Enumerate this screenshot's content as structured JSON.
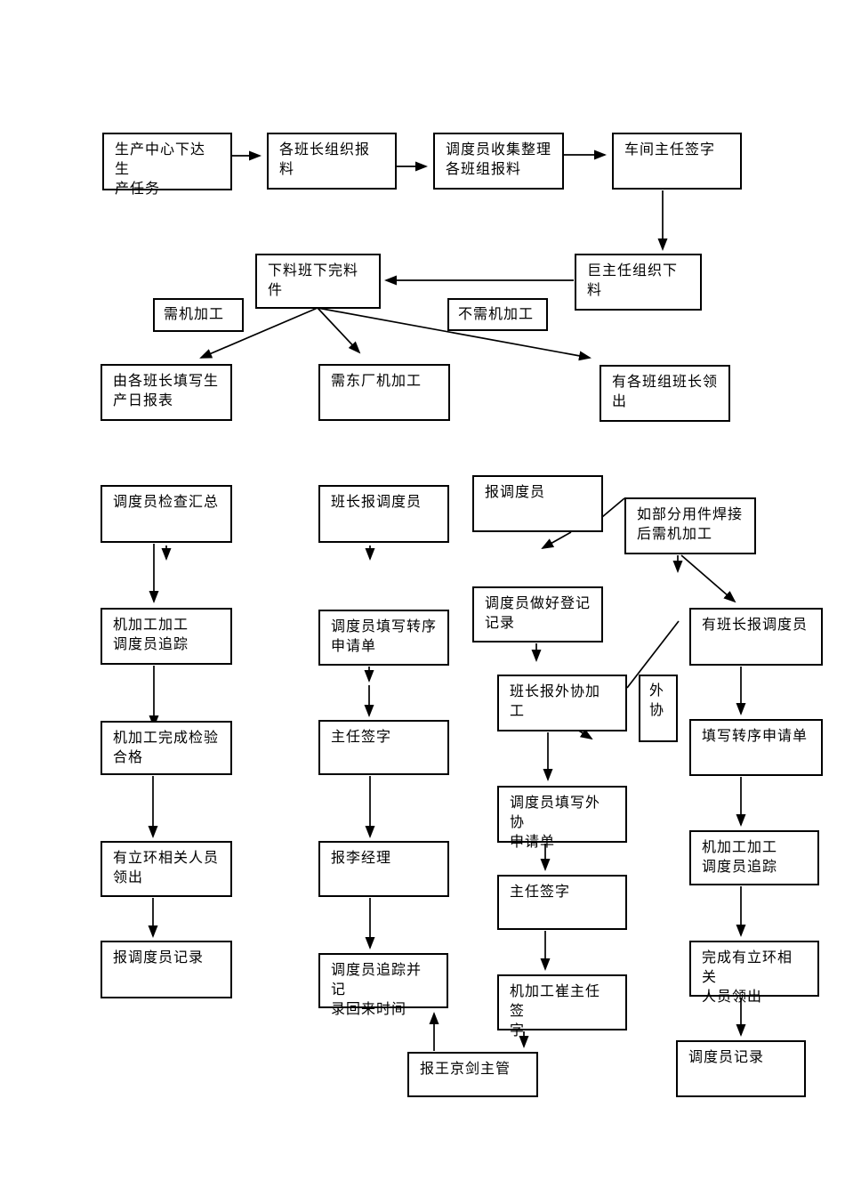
{
  "title": "生产调度流程图",
  "colors": {
    "box_border": "#000000",
    "box_fill": "#ffffff",
    "arrow": "#000000",
    "background": "#ffffff"
  },
  "nodes": {
    "production_center_task": "生产中心下达生\n产任务",
    "leaders_report_material": "各班长组织报料",
    "dispatcher_collect": "调度员收集整理\n各班组报料",
    "workshop_director_sign": "车间主任签字",
    "ju_director_organize_cutting": "巨主任组织下料",
    "cutting_class_finish": "下料班下完料件",
    "need_machining_label": "需机加工",
    "no_machining_label": "不需机加工",
    "leaders_fill_daily_report": "由各班长填写生\n产日报表",
    "east_factory_machining": "需东厂机加工",
    "group_leaders_collect": "有各班组班长领\n出",
    "dispatcher_check_summary": "调度员检查汇总",
    "machining_dispatcher_track_1": "机加工加工\n调度员追踪",
    "machining_done_inspection": "机加工完成检验\n合格",
    "lihuan_staff_collect": "有立环相关人员\n领出",
    "report_dispatcher_record": "报调度员记录",
    "leader_report_dispatcher": "班长报调度员",
    "dispatcher_fill_transfer_form": "调度员填写转序\n申请单",
    "director_sign_1": "主任签字",
    "report_manager_li": "报李经理",
    "dispatcher_track_return_time": "调度员追踪并记\n录回来时间",
    "report_wang_jingjian": "报王京剑主管",
    "report_dispatcher": "报调度员",
    "dispatcher_register_record": "调度员做好登记\n记录",
    "leader_report_outsourcing": "班长报外协加工",
    "outsourcing_label": "外\n协",
    "dispatcher_fill_outsourcing_form": "调度员填写外协\n申请单",
    "director_sign_2": "主任签字",
    "machining_cui_director_sign": "机加工崔主任签\n字",
    "welded_parts_need_machining": "如部分用件焊接\n后需机加工",
    "leader_reports_dispatcher_2": "有班长报调度员",
    "fill_transfer_form": "填写转序申请单",
    "machining_dispatcher_track_2": "机加工加工\n调度员追踪",
    "complete_lihuan_collect": "完成有立环相关\n人员领出",
    "dispatcher_record": "调度员记录"
  },
  "edges": [
    {
      "from": "production_center_task",
      "to": "leaders_report_material"
    },
    {
      "from": "leaders_report_material",
      "to": "dispatcher_collect"
    },
    {
      "from": "dispatcher_collect",
      "to": "workshop_director_sign"
    },
    {
      "from": "workshop_director_sign",
      "to": "ju_director_organize_cutting"
    },
    {
      "from": "ju_director_organize_cutting",
      "to": "cutting_class_finish"
    },
    {
      "from": "cutting_class_finish",
      "to": "leaders_fill_daily_report"
    },
    {
      "from": "cutting_class_finish",
      "to": "east_factory_machining"
    },
    {
      "from": "cutting_class_finish",
      "to": "group_leaders_collect"
    },
    {
      "from": "dispatcher_check_summary",
      "to": "machining_dispatcher_track_1"
    },
    {
      "from": "machining_dispatcher_track_1",
      "to": "machining_done_inspection"
    },
    {
      "from": "machining_done_inspection",
      "to": "lihuan_staff_collect"
    },
    {
      "from": "lihuan_staff_collect",
      "to": "report_dispatcher_record"
    },
    {
      "from": "leader_report_dispatcher",
      "to": "dispatcher_fill_transfer_form"
    },
    {
      "from": "dispatcher_fill_transfer_form",
      "to": "director_sign_1"
    },
    {
      "from": "director_sign_1",
      "to": "report_manager_li"
    },
    {
      "from": "report_manager_li",
      "to": "dispatcher_track_return_time"
    },
    {
      "from": "report_wang_jingjian",
      "to": "dispatcher_track_return_time"
    },
    {
      "from": "machining_cui_director_sign",
      "to": "report_wang_jingjian"
    },
    {
      "from": "report_dispatcher",
      "to": "dispatcher_register_record"
    },
    {
      "from": "report_dispatcher",
      "to": "welded_parts_need_machining"
    },
    {
      "from": "dispatcher_register_record",
      "to": "leader_report_outsourcing"
    },
    {
      "from": "leader_report_outsourcing",
      "to": "dispatcher_fill_outsourcing_form"
    },
    {
      "from": "leader_report_outsourcing",
      "to": "leader_reports_dispatcher_2"
    },
    {
      "from": "dispatcher_fill_outsourcing_form",
      "to": "director_sign_2"
    },
    {
      "from": "director_sign_2",
      "to": "machining_cui_director_sign"
    },
    {
      "from": "welded_parts_need_machining",
      "to": "leader_reports_dispatcher_2"
    },
    {
      "from": "leader_reports_dispatcher_2",
      "to": "fill_transfer_form"
    },
    {
      "from": "fill_transfer_form",
      "to": "machining_dispatcher_track_2"
    },
    {
      "from": "machining_dispatcher_track_2",
      "to": "complete_lihuan_collect"
    },
    {
      "from": "complete_lihuan_collect",
      "to": "dispatcher_record"
    }
  ]
}
